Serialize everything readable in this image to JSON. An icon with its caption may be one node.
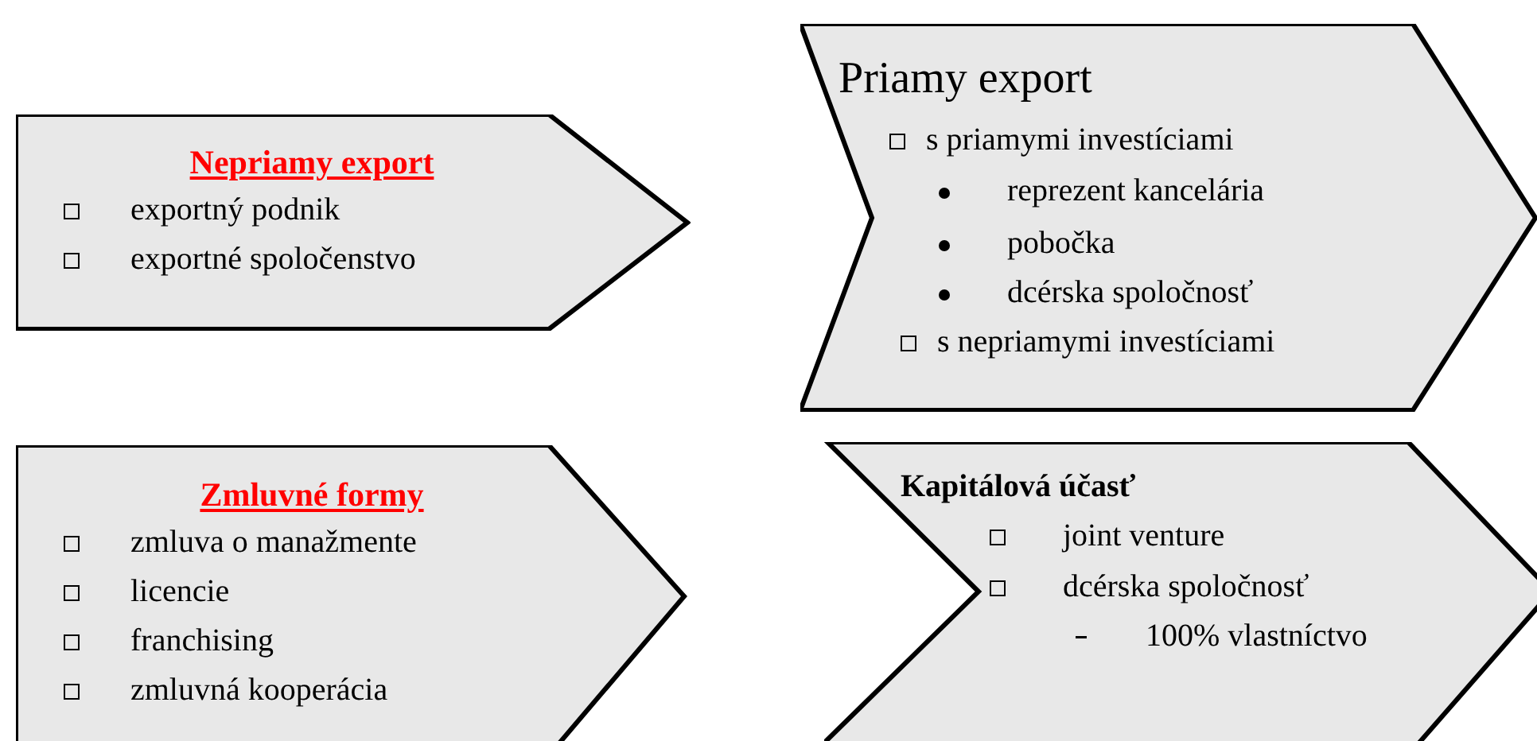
{
  "diagram": {
    "nodes": [
      {
        "text": [
          "Nepriamy export",
          "exportný podnik",
          "exportné spoločenstvo"
        ]
      },
      {
        "text": [
          "Priamy export",
          "s priamymi investíciami",
          "reprezent kancelária",
          "pobočka",
          "dcérska spoločnosť",
          "s nepriamymi investíciami"
        ]
      },
      {
        "text": [
          "Zmluvné formy",
          "zmluva o manažmente",
          "licencie",
          "franchising",
          "zmluvná kooperácia"
        ]
      },
      {
        "text": [
          "Kapitálová účasť",
          "joint venture",
          "dcérska spoločnosť",
          "100% vlastníctvo"
        ]
      }
    ]
  }
}
